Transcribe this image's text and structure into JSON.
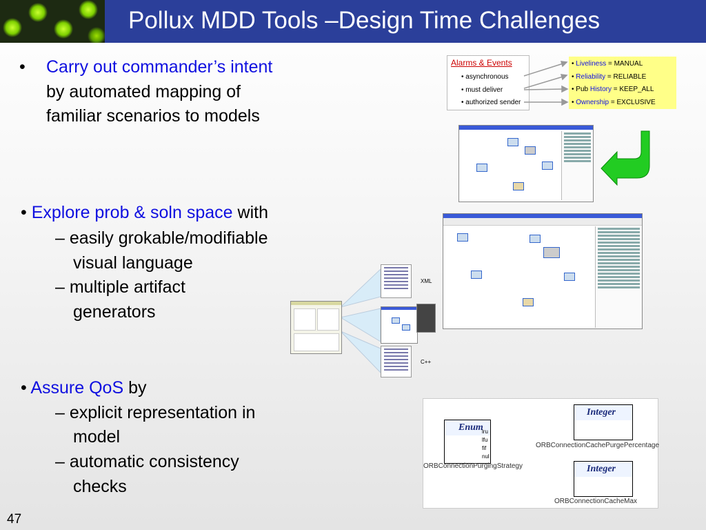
{
  "slide": {
    "title": "Pollux MDD Tools –Design Time Challenges",
    "page_number": "47"
  },
  "bullets": {
    "b1": {
      "marker": "•",
      "highlight": "Carry out commander’s intent",
      "line2": "by automated mapping of",
      "line3": "familiar scenarios to models"
    },
    "b2": {
      "marker": "•",
      "highlight": "Explore prob & soln space",
      "rest": " with",
      "sub1a": "– easily grokable/modifiable",
      "sub1b": "visual language",
      "sub2a": "– multiple artifact",
      "sub2b": "generators"
    },
    "b3": {
      "marker": "•",
      "highlight": "Assure QoS",
      "rest": " by",
      "sub1a": "– explicit representation in",
      "sub1b": "model",
      "sub2a": "– automatic consistency",
      "sub2b": "checks"
    }
  },
  "alarms": {
    "title": "Alarms & Events",
    "items": [
      "• asynchronous",
      "• must deliver",
      "• authorized sender"
    ]
  },
  "qos_policies": [
    {
      "prefix": "• ",
      "key": "Liveliness",
      "value": " = MANUAL"
    },
    {
      "prefix": "• ",
      "key": "Reliability",
      "value": " = RELIABLE"
    },
    {
      "prefix": "• Pub ",
      "key": "History",
      "value": " = KEEP_ALL"
    },
    {
      "prefix": "• ",
      "key": "Ownership",
      "value": " = EXCLUSIVE"
    }
  ],
  "generators": {
    "xml_label": "XML",
    "cpp_label": "C++"
  },
  "qos_diagram": {
    "enum_name": "Enum",
    "enum_ports": [
      "lru",
      "lfu",
      "fif",
      "nul"
    ],
    "enum_label": "ORBConnectionPurgingStrategy",
    "int1_name": "Integer",
    "int1_label": "ORBConnectionCachePurgePercentage",
    "int2_name": "Integer",
    "int2_label": "ORBConnectionCacheMax"
  },
  "colors": {
    "header": "#2b3f9a",
    "highlight": "#1010e0",
    "arrow_green": "#22cc22",
    "qos_bg": "#ffff88"
  }
}
